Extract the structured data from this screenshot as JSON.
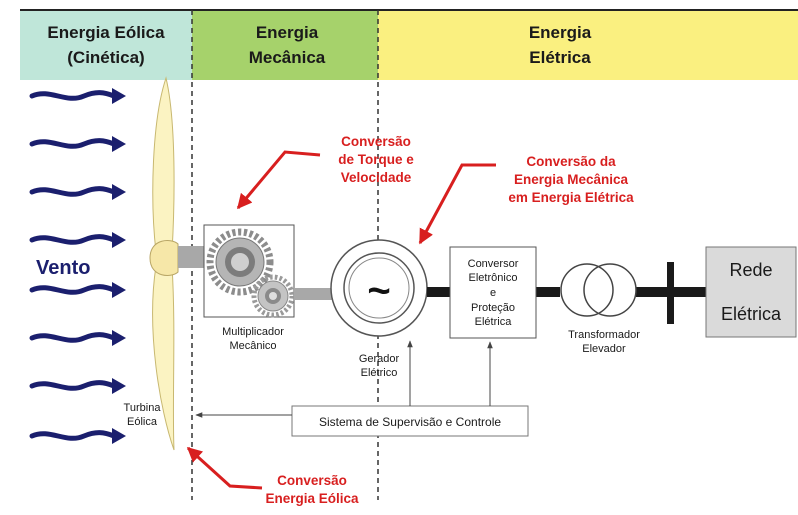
{
  "headers": {
    "eolica": [
      "Energia Eólica",
      "(Cinética)"
    ],
    "mecanica": [
      "Energia",
      "Mecânica"
    ],
    "eletrica": [
      "Energia",
      "Elétrica"
    ]
  },
  "wind_label": "Vento",
  "turbine_label": [
    "Turbina",
    "Eólica"
  ],
  "gearbox_label": [
    "Multiplicador",
    "Mecânico"
  ],
  "generator_label": [
    "Gerador",
    "Elétrico"
  ],
  "generator_symbol": "~",
  "converter_label": [
    "Conversor",
    "Eletrônico",
    "e",
    "Proteção",
    "Elétrica"
  ],
  "transformer_label": [
    "Transformador",
    "Elevador"
  ],
  "grid_label": [
    "Rede",
    "Elétrica"
  ],
  "control_label": "Sistema de Supervisão e Controle",
  "annotations": {
    "torque": [
      "Conversão",
      "de Torque e",
      "Velocidade"
    ],
    "mech_to_elec": [
      "Conversão da",
      "Energia Mecânica",
      "em Energia Elétrica"
    ],
    "wind_conv": [
      "Conversão",
      "Energia Eólica"
    ]
  },
  "colors": {
    "eolica_band": "#bfe6d9",
    "mecanica_band": "#a6d26b",
    "eletrica_band": "#faf080",
    "annotation": "#d81f1f",
    "wind_arrow": "#1b1f6e",
    "blade": "#fbf3c2",
    "rotor_hub": "#f6e7a8",
    "shaft": "#a8a8a8",
    "thick_line": "#1a1a1a"
  }
}
